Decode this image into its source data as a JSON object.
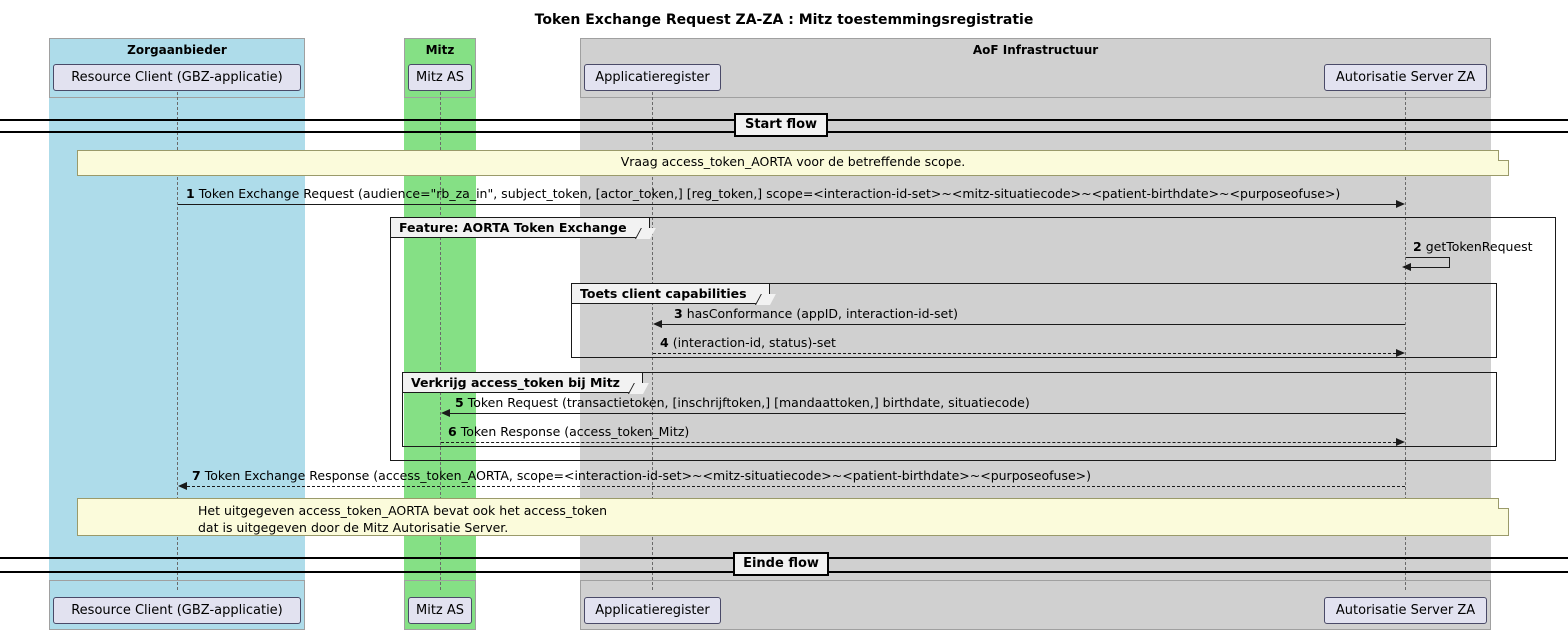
{
  "title": "Token Exchange Request ZA-ZA : Mitz toestemmingsregistratie",
  "groups": [
    {
      "id": "zorgaanbieder",
      "label": "Zorgaanbieder",
      "color": "#AEDCEA"
    },
    {
      "id": "mitz",
      "label": "Mitz",
      "color": "#85E085"
    },
    {
      "id": "aof",
      "label": "AoF Infrastructuur",
      "color": "#D0D0D0"
    }
  ],
  "participants": [
    {
      "id": "rc",
      "label": "Resource Client (GBZ-applicatie)",
      "group": "zorgaanbieder"
    },
    {
      "id": "mas",
      "label": "Mitz AS",
      "group": "mitz"
    },
    {
      "id": "ar",
      "label": "Applicatieregister",
      "group": "aof"
    },
    {
      "id": "as",
      "label": "Autorisatie Server ZA",
      "group": "aof"
    }
  ],
  "dividers": [
    {
      "id": "start",
      "label": "Start flow"
    },
    {
      "id": "einde",
      "label": "Einde flow"
    }
  ],
  "notes": [
    {
      "id": "note-top",
      "text": "Vraag access_token_AORTA voor de betreffende scope."
    },
    {
      "id": "note-bottom-line1",
      "text": "Het uitgegeven access_token_AORTA bevat ook het access_token"
    },
    {
      "id": "note-bottom-line2",
      "text": "dat is uitgegeven door de Mitz Autorisatie Server."
    }
  ],
  "frames": [
    {
      "id": "feature",
      "label": "Feature: AORTA Token Exchange"
    },
    {
      "id": "capabilities",
      "label": "Toets client capabilities"
    },
    {
      "id": "verkrijg",
      "label": "Verkrijg access_token bij Mitz"
    }
  ],
  "messages": [
    {
      "num": "1",
      "text": "Token Exchange Request (audience=\"rb_za_in\", subject_token, [actor_token,] [reg_token,] scope=<interaction-id-set>~<mitz-situatiecode>~<patient-birthdate>~<purposeofuse>)",
      "from": "rc",
      "to": "as",
      "style": "solid",
      "direction": "right"
    },
    {
      "num": "2",
      "text": "getTokenRequest",
      "from": "as",
      "to": "as",
      "style": "solid",
      "direction": "self"
    },
    {
      "num": "3",
      "text": "hasConformance (appID, interaction-id-set)",
      "from": "as",
      "to": "ar",
      "style": "solid",
      "direction": "left"
    },
    {
      "num": "4",
      "text": "(interaction-id, status)-set",
      "from": "ar",
      "to": "as",
      "style": "dotted",
      "direction": "right"
    },
    {
      "num": "5",
      "text": "Token Request (transactietoken, [inschrijftoken,] [mandaattoken,] birthdate, situatiecode)",
      "from": "as",
      "to": "mas",
      "style": "solid",
      "direction": "left"
    },
    {
      "num": "6",
      "text": "Token Response (access_token_Mitz)",
      "from": "mas",
      "to": "as",
      "style": "dotted",
      "direction": "right"
    },
    {
      "num": "7",
      "text": "Token Exchange Response (access_token_AORTA, scope=<interaction-id-set>~<mitz-situatiecode>~<patient-birthdate>~<purposeofuse>)",
      "from": "as",
      "to": "rc",
      "style": "dotted",
      "direction": "left"
    }
  ],
  "colors": {
    "zorgaanbieder": "#AEDCEA",
    "mitz": "#85E085",
    "aof": "#D0D0D0",
    "note": "#FBFBDB",
    "participant": "#E2E2F0",
    "line": "#1a1a1a"
  }
}
